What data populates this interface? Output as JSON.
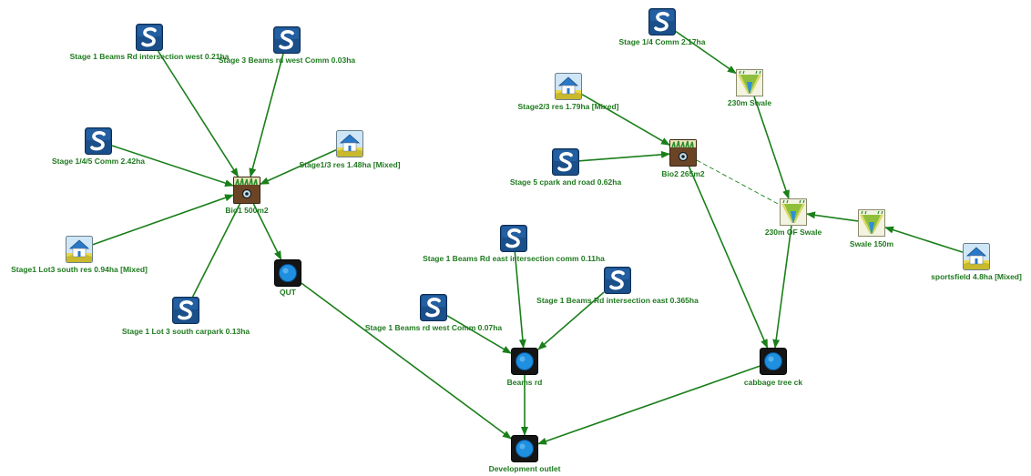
{
  "colors": {
    "edge": "#1a7f1a",
    "label": "#1e7a1e",
    "source_blue": "#1a4f8a",
    "outlet_blue": "#1f8fe0"
  },
  "nodes": [
    {
      "id": "s1_beams_west",
      "type": "urban-source",
      "label": "Stage 1 Beams Rd intersection west 0.21ha"
    },
    {
      "id": "s3_beams_comm",
      "type": "urban-source",
      "label": "Stage 3 Beams rd west Comm 0.03ha"
    },
    {
      "id": "s145_comm",
      "type": "urban-source",
      "label": "Stage 1/4/5 Comm 2.42ha"
    },
    {
      "id": "s13_res",
      "type": "residential-source",
      "label": "Stage1/3 res 1.48ha [Mixed]"
    },
    {
      "id": "bio1",
      "type": "bioretention",
      "label": "Bio1 500m2"
    },
    {
      "id": "lot3_res",
      "type": "residential-source",
      "label": "Stage1 Lot3 south res 0.94ha [Mixed]"
    },
    {
      "id": "lot3_carpark",
      "type": "urban-source",
      "label": "Stage 1 Lot 3 south carpark 0.13ha"
    },
    {
      "id": "qut",
      "type": "junction",
      "label": "QUT"
    },
    {
      "id": "s1_beams_east_comm",
      "type": "urban-source",
      "label": "Stage 1 Beams Rd east intersection comm 0.11ha"
    },
    {
      "id": "s1_beams_east",
      "type": "urban-source",
      "label": "Stage 1 Beams Rd intersection east 0.365ha"
    },
    {
      "id": "s1_beams_west_comm",
      "type": "urban-source",
      "label": "Stage 1 Beams rd west Comm 0.07ha"
    },
    {
      "id": "beams_rd",
      "type": "junction",
      "label": "Beams rd"
    },
    {
      "id": "dev_outlet",
      "type": "junction",
      "label": "Development outlet"
    },
    {
      "id": "s14_comm",
      "type": "urban-source",
      "label": "Stage 1/4 Comm 2.17ha"
    },
    {
      "id": "swale230",
      "type": "swale",
      "label": "230m Swale"
    },
    {
      "id": "s23_res",
      "type": "residential-source",
      "label": "Stage2/3 res 1.79ha [Mixed]"
    },
    {
      "id": "bio2",
      "type": "bioretention",
      "label": "Bio2 265m2"
    },
    {
      "id": "s5_cpark",
      "type": "urban-source",
      "label": "Stage 5 cpark and road 0.62ha"
    },
    {
      "id": "swale230of",
      "type": "swale",
      "label": "230m OF Swale"
    },
    {
      "id": "swale150",
      "type": "swale",
      "label": "Swale 150m"
    },
    {
      "id": "sportsfield",
      "type": "residential-source",
      "label": "sportsfield 4.8ha [Mixed]"
    },
    {
      "id": "cabbage",
      "type": "junction",
      "label": "cabbage tree ck"
    }
  ],
  "edges": [
    {
      "from": "s1_beams_west",
      "to": "bio1"
    },
    {
      "from": "s3_beams_comm",
      "to": "bio1"
    },
    {
      "from": "s145_comm",
      "to": "bio1"
    },
    {
      "from": "s13_res",
      "to": "bio1"
    },
    {
      "from": "lot3_res",
      "to": "bio1"
    },
    {
      "from": "lot3_carpark",
      "to": "bio1",
      "arrow": false
    },
    {
      "from": "bio1",
      "to": "qut"
    },
    {
      "from": "qut",
      "to": "dev_outlet"
    },
    {
      "from": "s1_beams_east_comm",
      "to": "beams_rd"
    },
    {
      "from": "s1_beams_east",
      "to": "beams_rd"
    },
    {
      "from": "s1_beams_west_comm",
      "to": "beams_rd"
    },
    {
      "from": "beams_rd",
      "to": "dev_outlet"
    },
    {
      "from": "s14_comm",
      "to": "swale230"
    },
    {
      "from": "swale230",
      "to": "swale230of"
    },
    {
      "from": "s23_res",
      "to": "bio2"
    },
    {
      "from": "s5_cpark",
      "to": "bio2"
    },
    {
      "from": "bio2",
      "to": "swale230of",
      "dashed": true,
      "arrow": false
    },
    {
      "from": "bio2",
      "to": "cabbage"
    },
    {
      "from": "swale150",
      "to": "swale230of"
    },
    {
      "from": "sportsfield",
      "to": "swale150"
    },
    {
      "from": "swale230of",
      "to": "cabbage"
    },
    {
      "from": "cabbage",
      "to": "dev_outlet"
    }
  ]
}
